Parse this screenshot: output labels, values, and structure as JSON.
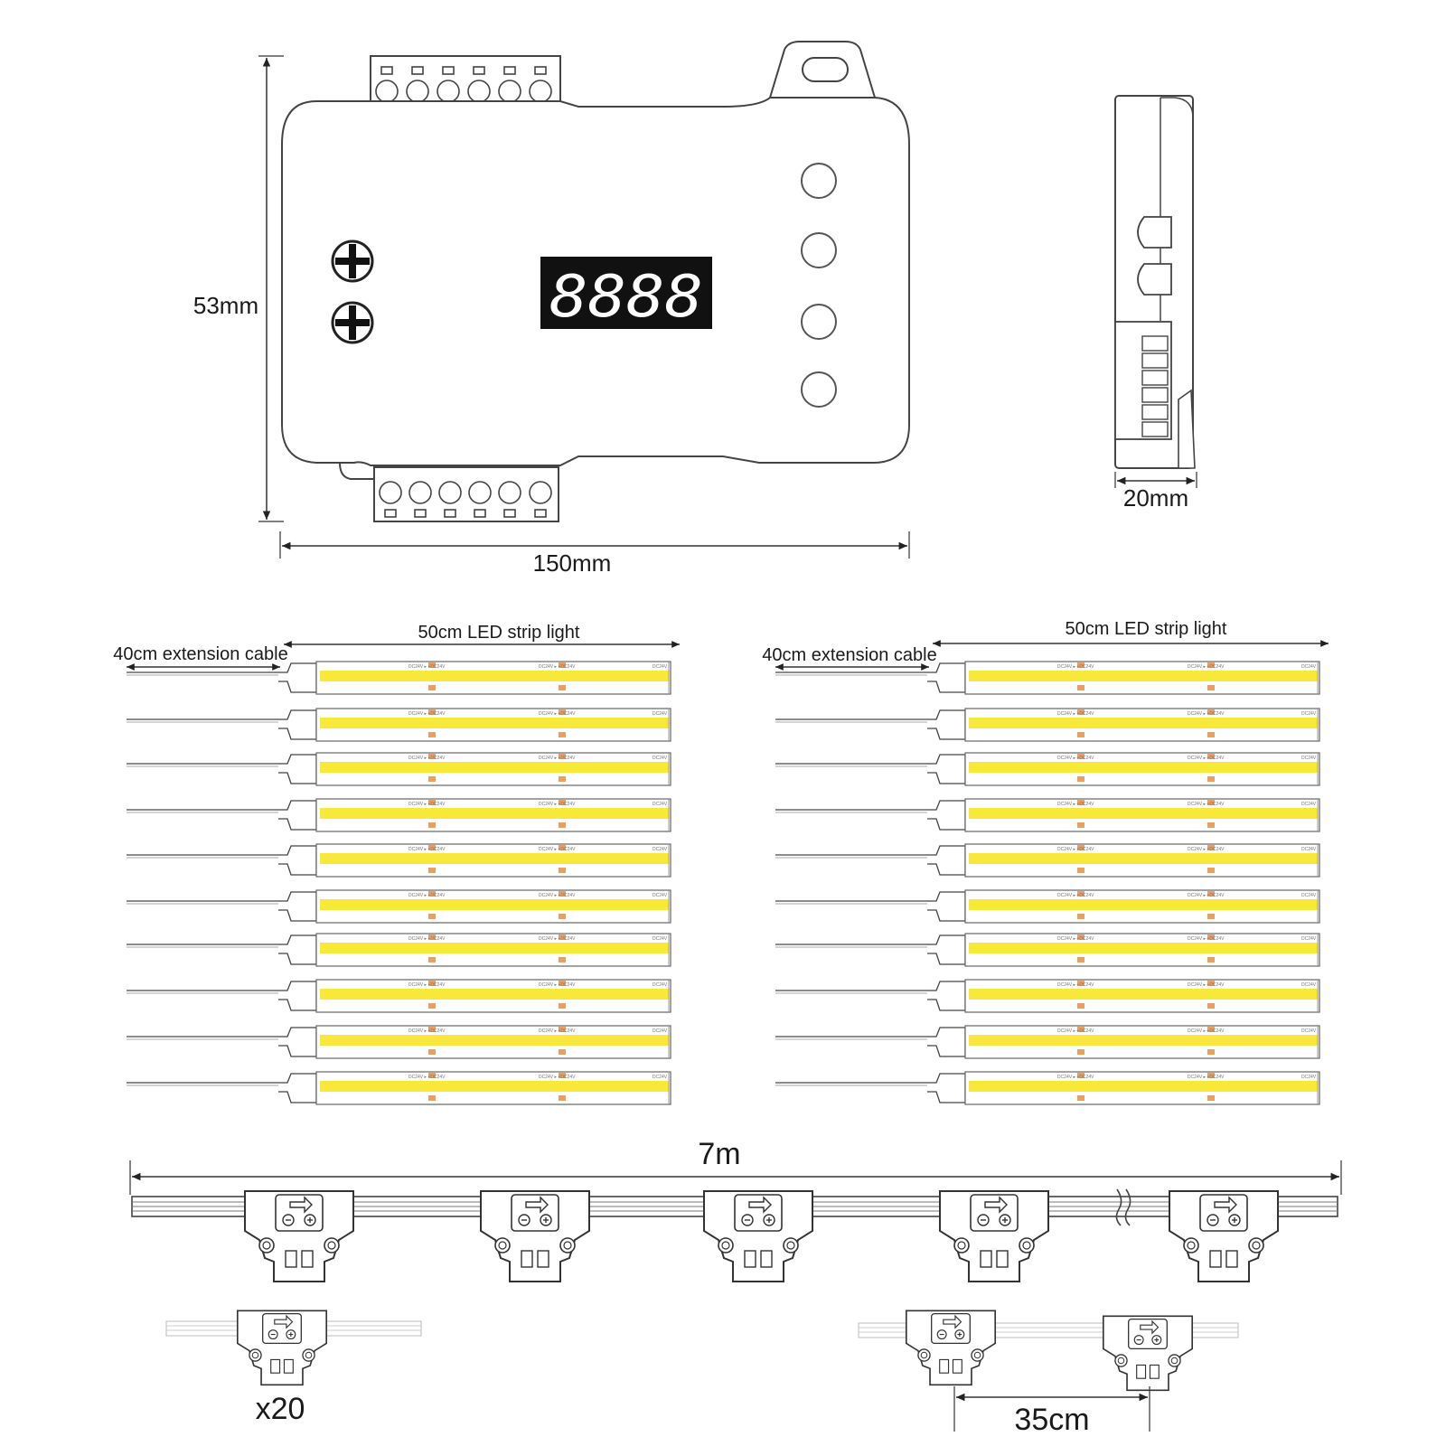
{
  "controller": {
    "height_label": "53mm",
    "width_label": "150mm",
    "depth_label": "20mm",
    "display_text": "8888",
    "button_count": 4,
    "terminal_count": 6
  },
  "strip_groups": [
    {
      "cable_label": "40cm extension cable",
      "strip_label": "50cm LED strip light",
      "strip_count": 10
    },
    {
      "cable_label": "40cm extension cable",
      "strip_label": "50cm LED strip light",
      "strip_count": 10
    }
  ],
  "chain": {
    "length_label": "7m",
    "quantity_label": "x20",
    "spacing_label": "35cm",
    "node_count": 5
  },
  "colors": {
    "strip_yellow": "#f7e83a",
    "line": "#333333",
    "display_bg": "#111111"
  }
}
